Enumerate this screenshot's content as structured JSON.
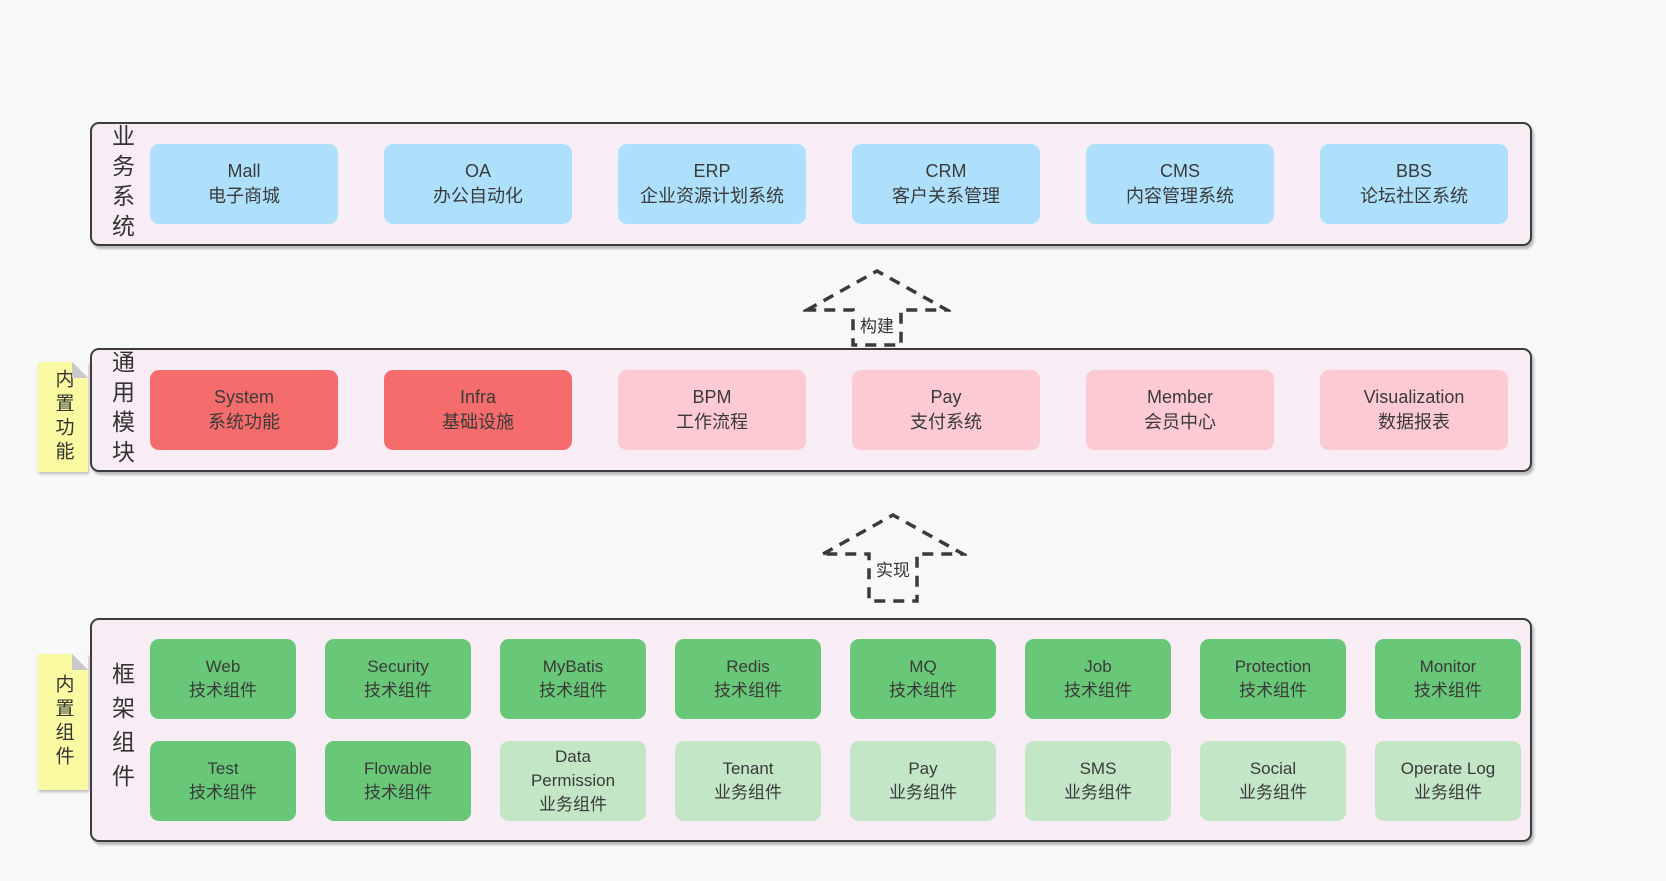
{
  "diagram": {
    "background": "#f8f8f8",
    "layers": [
      {
        "label": "业务系统",
        "rows": [
          [
            {
              "name": "Mall",
              "desc": "电子商城"
            },
            {
              "name": "OA",
              "desc": "办公自动化"
            },
            {
              "name": "ERP",
              "desc": "企业资源计划系统"
            },
            {
              "name": "CRM",
              "desc": "客户关系管理"
            },
            {
              "name": "CMS",
              "desc": "内容管理系统"
            },
            {
              "name": "BBS",
              "desc": "论坛社区系统"
            }
          ]
        ]
      },
      {
        "label": "通用模块",
        "tag": "内置功能",
        "rows": [
          [
            {
              "name": "System",
              "desc": "系统功能"
            },
            {
              "name": "Infra",
              "desc": "基础设施"
            },
            {
              "name": "BPM",
              "desc": "工作流程"
            },
            {
              "name": "Pay",
              "desc": "支付系统"
            },
            {
              "name": "Member",
              "desc": "会员中心"
            },
            {
              "name": "Visualization",
              "desc": "数据报表"
            }
          ]
        ]
      },
      {
        "label": "框架组件",
        "tag": "内置组件",
        "rows": [
          [
            {
              "name": "Web",
              "desc": "技术组件"
            },
            {
              "name": "Security",
              "desc": "技术组件"
            },
            {
              "name": "MyBatis",
              "desc": "技术组件"
            },
            {
              "name": "Redis",
              "desc": "技术组件"
            },
            {
              "name": "MQ",
              "desc": "技术组件"
            },
            {
              "name": "Job",
              "desc": "技术组件"
            },
            {
              "name": "Protection",
              "desc": "技术组件"
            },
            {
              "name": "Monitor",
              "desc": "技术组件"
            }
          ],
          [
            {
              "name": "Test",
              "desc": "技术组件"
            },
            {
              "name": "Flowable",
              "desc": "技术组件"
            },
            {
              "name": "Data Permission",
              "desc": "业务组件"
            },
            {
              "name": "Tenant",
              "desc": "业务组件"
            },
            {
              "name": "Pay",
              "desc": "业务组件"
            },
            {
              "name": "SMS",
              "desc": "业务组件"
            },
            {
              "name": "Social",
              "desc": "业务组件"
            },
            {
              "name": "Operate Log",
              "desc": "业务组件"
            }
          ]
        ]
      }
    ],
    "arrows": [
      {
        "label": "构建",
        "icon": "dashed-up-arrow"
      },
      {
        "label": "实现",
        "icon": "dashed-up-arrow"
      }
    ],
    "colors": {
      "page_bg": "#f8f8f8",
      "layer_bg": "#f8edf5",
      "layer_border": "#3c3c3c",
      "business_box": "#aee0fb",
      "core_module_box": "#f56c6c",
      "module_box": "#fccad2",
      "tech_component_box": "#68c877",
      "biz_component_box": "#c2e6c6",
      "note_bg": "#fafaa3",
      "text": "#333333"
    }
  }
}
